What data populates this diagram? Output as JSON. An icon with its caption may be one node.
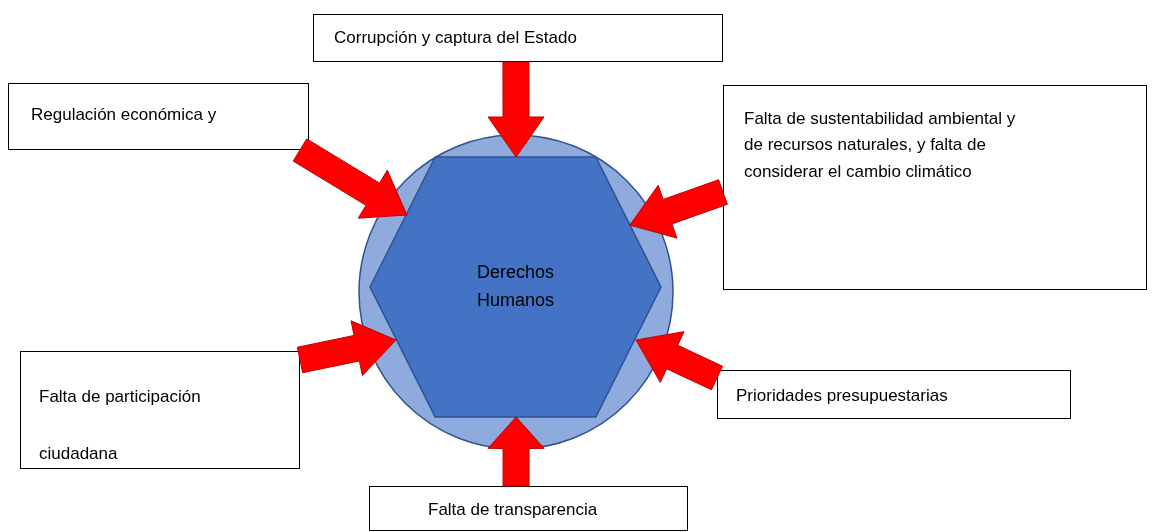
{
  "diagram": {
    "nodes": [
      {
        "text": [
          "Corrupción y captura del Estado"
        ]
      },
      {
        "text": [
          "Regulación económica y"
        ]
      },
      {
        "text": [],
        "shape": "circle"
      },
      {
        "text": [
          "Derechos Humanos"
        ],
        "in": 2
      },
      {
        "text": [
          "Falta de sustentabilidad ambiental y de recursos naturales, y falta de considerar el cambio climático"
        ]
      },
      {
        "text": [
          "Falta de participación ciudadana"
        ]
      },
      {
        "text": [
          "Prioridades presupuestarias"
        ]
      },
      {
        "text": [
          "Falta de transparencia"
        ]
      }
    ],
    "edges": [
      {
        "from": 0,
        "to": 3,
        "arrow": "to",
        "style": "thick"
      },
      {
        "from": 1,
        "to": 3,
        "arrow": "to",
        "style": "thick"
      },
      {
        "from": 4,
        "to": 3,
        "arrow": "to",
        "style": "thick"
      },
      {
        "from": 5,
        "to": 3,
        "arrow": "to",
        "style": "thick"
      },
      {
        "from": 6,
        "to": 3,
        "arrow": "to",
        "style": "thick"
      },
      {
        "from": 7,
        "to": 3,
        "arrow": "to",
        "style": "thick"
      }
    ]
  }
}
